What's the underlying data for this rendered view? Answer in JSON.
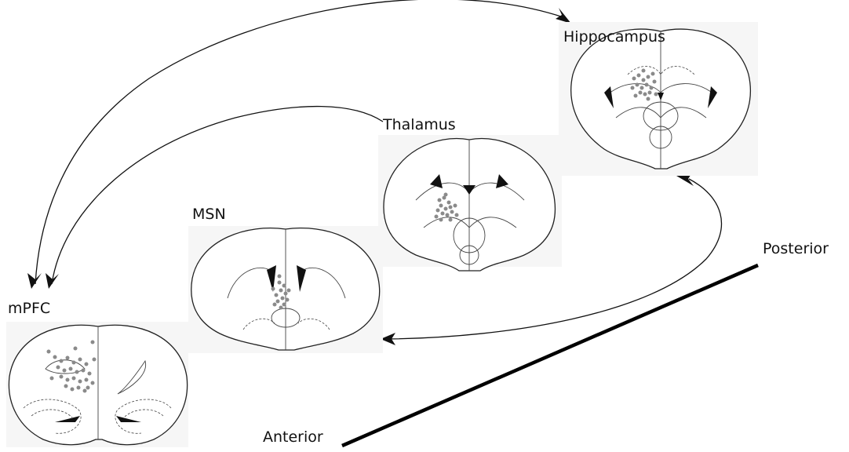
{
  "figure": {
    "labels": {
      "hippocampus": "Hippocampus",
      "thalamus": "Thalamus",
      "msn": "MSN",
      "mpfc": "mPFC",
      "posterior": "Posterior",
      "anterior": "Anterior"
    },
    "colors": {
      "electrode_dots": "#8a8a8a",
      "outline": "#222222",
      "ventricle": "#111111",
      "panel_background": "#f6f6f6"
    }
  }
}
